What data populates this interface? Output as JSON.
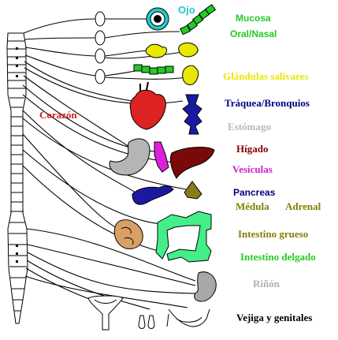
{
  "labels": {
    "ojo": "Ojo",
    "mucosa": "Mucosa",
    "oral_nasal": "Oral/Nasal",
    "glandulas": "Glándulas salivares",
    "corazon": "Corazón",
    "traquea": "Tráquea/Bronquios",
    "estomago": "Estómago",
    "higado": "Hígado",
    "vesiculas": "Vesículas",
    "pancreas": "Pancreas",
    "medula": "Médula",
    "adrenal": "Adrenal",
    "int_grueso": "Intestino grueso",
    "int_delgado": "Intestino delgado",
    "rinon": "Riñón",
    "vejiga": "Vejiga y genitales"
  },
  "colors": {
    "ojo": "#22cccc",
    "green": "#22cc22",
    "yellow": "#e8e800",
    "red": "#cc2222",
    "navy": "#000080",
    "gray": "#b0b0b0",
    "maroon": "#800000",
    "magenta": "#cc22cc",
    "olive": "#808000",
    "black": "#000000"
  }
}
